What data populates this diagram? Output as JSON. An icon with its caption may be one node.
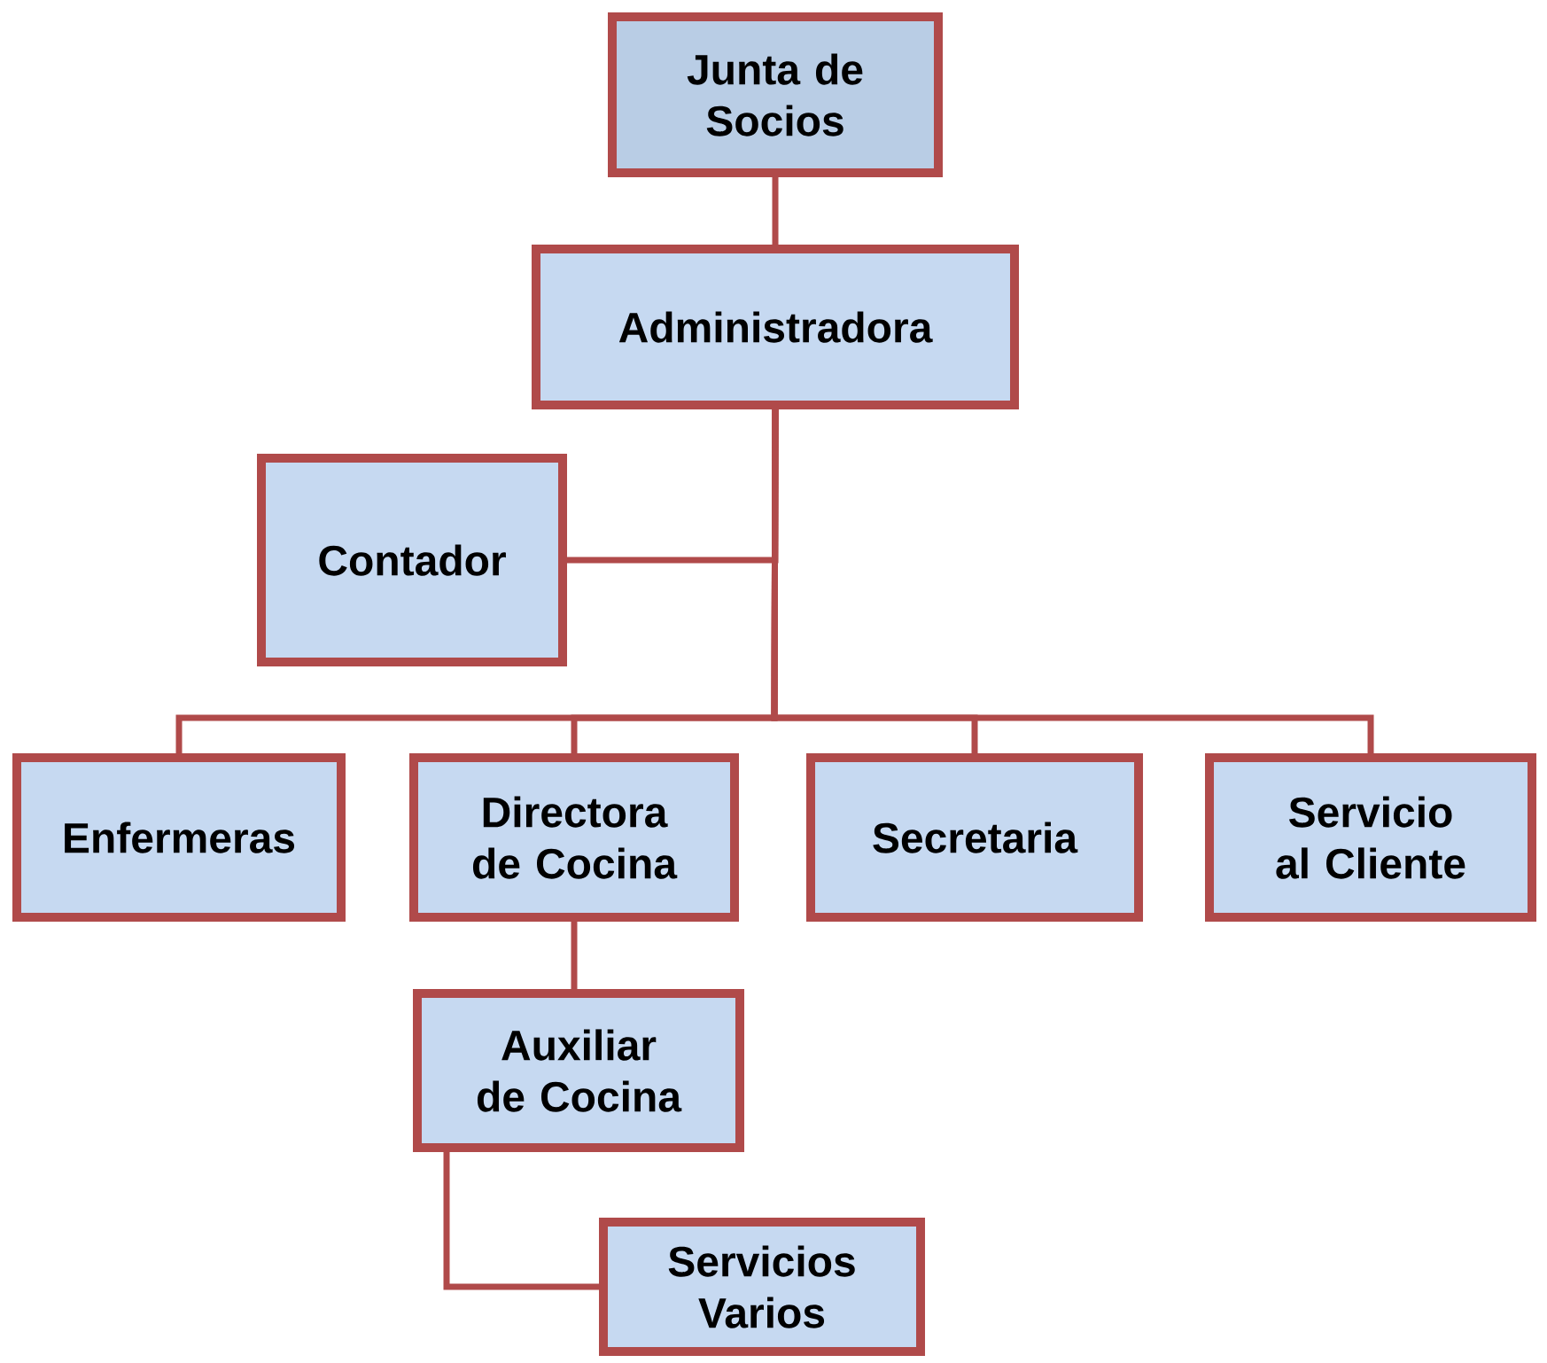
{
  "diagram": {
    "nodes": [
      {
        "text": [
          "Junta de Socios"
        ]
      },
      {
        "text": [
          "Administradora"
        ]
      },
      {
        "text": [
          "Contador"
        ]
      },
      {
        "text": [
          "Enfermeras"
        ]
      },
      {
        "text": [
          "Directora de Cocina"
        ]
      },
      {
        "text": [
          "Secretaria"
        ]
      },
      {
        "text": [
          "Servicio al Cliente"
        ]
      },
      {
        "text": [
          "Auxiliar de Cocina"
        ]
      },
      {
        "text": [
          "Servicios Varios"
        ]
      }
    ],
    "edges": [
      {
        "from": 0,
        "to": 1,
        "arrow": "none"
      },
      {
        "from": 1,
        "to": 2,
        "arrow": "none"
      },
      {
        "from": 1,
        "to": 3,
        "arrow": "none"
      },
      {
        "from": 1,
        "to": 4,
        "arrow": "none"
      },
      {
        "from": 1,
        "to": 5,
        "arrow": "none"
      },
      {
        "from": 1,
        "to": 6,
        "arrow": "none"
      },
      {
        "from": 4,
        "to": 7,
        "arrow": "none"
      },
      {
        "from": 7,
        "to": 8,
        "arrow": "none"
      }
    ]
  }
}
